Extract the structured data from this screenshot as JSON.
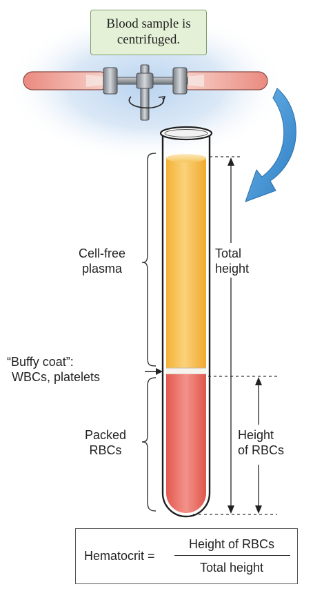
{
  "caption": {
    "line1": "Blood sample is",
    "line2": "centrifuged."
  },
  "labels": {
    "cell_free_1": "Cell-free",
    "cell_free_2": "plasma",
    "buffy_1": "“Buffy coat”:",
    "buffy_2": "WBCs, platelets",
    "packed_1": "Packed",
    "packed_2": "RBCs",
    "total_1": "Total",
    "total_2": "height",
    "height_rbc_1": "Height",
    "height_rbc_2": "of RBCs"
  },
  "formula": {
    "left": "Hematocrit =",
    "numerator": "Height of RBCs",
    "denominator": "Total height"
  },
  "colors": {
    "plasma": "#f6bf4a",
    "rbc": "#e96a5f",
    "arrow": "#3d8fd1",
    "glow": "#c9dcf2",
    "caption_bg": "#e4f1d6"
  }
}
